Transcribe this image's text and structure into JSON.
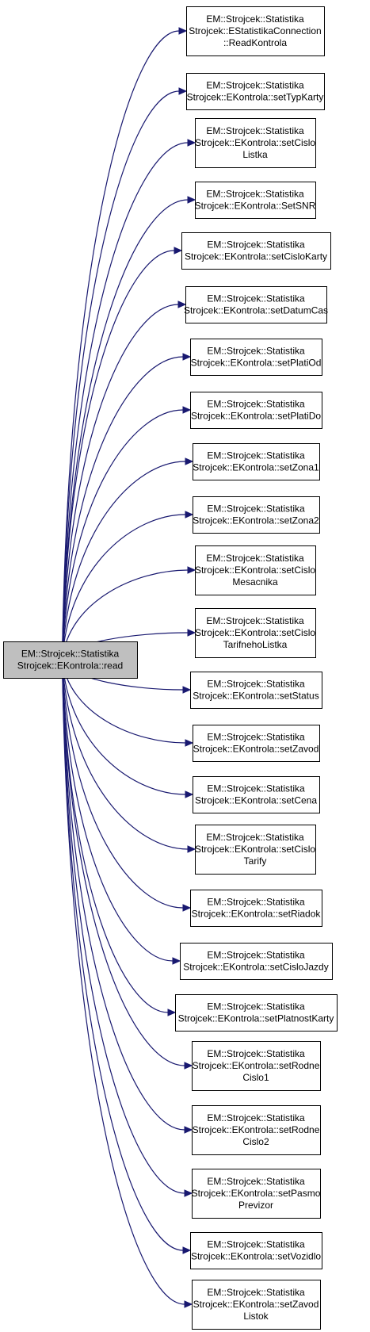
{
  "colors": {
    "edge": "#191970",
    "root_fill": "#bfbfbf",
    "node_fill": "#ffffff",
    "border": "#000000"
  },
  "root": {
    "id": "read",
    "lines": [
      "EM::Strojcek::Statistika",
      "Strojcek::EKontrola::read"
    ]
  },
  "targets": [
    {
      "id": "readkontrola",
      "lines": [
        "EM::Strojcek::Statistika",
        "Strojcek::EStatistikaConnection",
        "::ReadKontrola"
      ]
    },
    {
      "id": "settypkarty",
      "lines": [
        "EM::Strojcek::Statistika",
        "Strojcek::EKontrola::setTypKarty"
      ]
    },
    {
      "id": "setcislolistka",
      "lines": [
        "EM::Strojcek::Statistika",
        "Strojcek::EKontrola::setCislo",
        "Listka"
      ]
    },
    {
      "id": "setsnr",
      "lines": [
        "EM::Strojcek::Statistika",
        "Strojcek::EKontrola::SetSNR"
      ]
    },
    {
      "id": "setcislokarty",
      "lines": [
        "EM::Strojcek::Statistika",
        "Strojcek::EKontrola::setCisloKarty"
      ]
    },
    {
      "id": "setdatumcas",
      "lines": [
        "EM::Strojcek::Statistika",
        "Strojcek::EKontrola::setDatumCas"
      ]
    },
    {
      "id": "setplatiod",
      "lines": [
        "EM::Strojcek::Statistika",
        "Strojcek::EKontrola::setPlatiOd"
      ]
    },
    {
      "id": "setplatido",
      "lines": [
        "EM::Strojcek::Statistika",
        "Strojcek::EKontrola::setPlatiDo"
      ]
    },
    {
      "id": "setzona1",
      "lines": [
        "EM::Strojcek::Statistika",
        "Strojcek::EKontrola::setZona1"
      ]
    },
    {
      "id": "setzona2",
      "lines": [
        "EM::Strojcek::Statistika",
        "Strojcek::EKontrola::setZona2"
      ]
    },
    {
      "id": "setcislomesacnika",
      "lines": [
        "EM::Strojcek::Statistika",
        "Strojcek::EKontrola::setCislo",
        "Mesacnika"
      ]
    },
    {
      "id": "setcislotarifneholistka",
      "lines": [
        "EM::Strojcek::Statistika",
        "Strojcek::EKontrola::setCislo",
        "TarifnehoListka"
      ]
    },
    {
      "id": "setstatus",
      "lines": [
        "EM::Strojcek::Statistika",
        "Strojcek::EKontrola::setStatus"
      ]
    },
    {
      "id": "setzavod",
      "lines": [
        "EM::Strojcek::Statistika",
        "Strojcek::EKontrola::setZavod"
      ]
    },
    {
      "id": "setcena",
      "lines": [
        "EM::Strojcek::Statistika",
        "Strojcek::EKontrola::setCena"
      ]
    },
    {
      "id": "setcislotarify",
      "lines": [
        "EM::Strojcek::Statistika",
        "Strojcek::EKontrola::setCislo",
        "Tarify"
      ]
    },
    {
      "id": "setriadok",
      "lines": [
        "EM::Strojcek::Statistika",
        "Strojcek::EKontrola::setRiadok"
      ]
    },
    {
      "id": "setcislojazdy",
      "lines": [
        "EM::Strojcek::Statistika",
        "Strojcek::EKontrola::setCisloJazdy"
      ]
    },
    {
      "id": "setplatnostkarty",
      "lines": [
        "EM::Strojcek::Statistika",
        "Strojcek::EKontrola::setPlatnostKarty"
      ]
    },
    {
      "id": "setrodnecislo1",
      "lines": [
        "EM::Strojcek::Statistika",
        "Strojcek::EKontrola::setRodne",
        "Cislo1"
      ]
    },
    {
      "id": "setrodnecislo2",
      "lines": [
        "EM::Strojcek::Statistika",
        "Strojcek::EKontrola::setRodne",
        "Cislo2"
      ]
    },
    {
      "id": "setpasmoprevizor",
      "lines": [
        "EM::Strojcek::Statistika",
        "Strojcek::EKontrola::setPasmo",
        "Previzor"
      ]
    },
    {
      "id": "setvozidlo",
      "lines": [
        "EM::Strojcek::Statistika",
        "Strojcek::EKontrola::setVozidlo"
      ]
    },
    {
      "id": "setzavodlistok",
      "lines": [
        "EM::Strojcek::Statistika",
        "Strojcek::EKontrola::setZavod",
        "Listok"
      ]
    }
  ]
}
